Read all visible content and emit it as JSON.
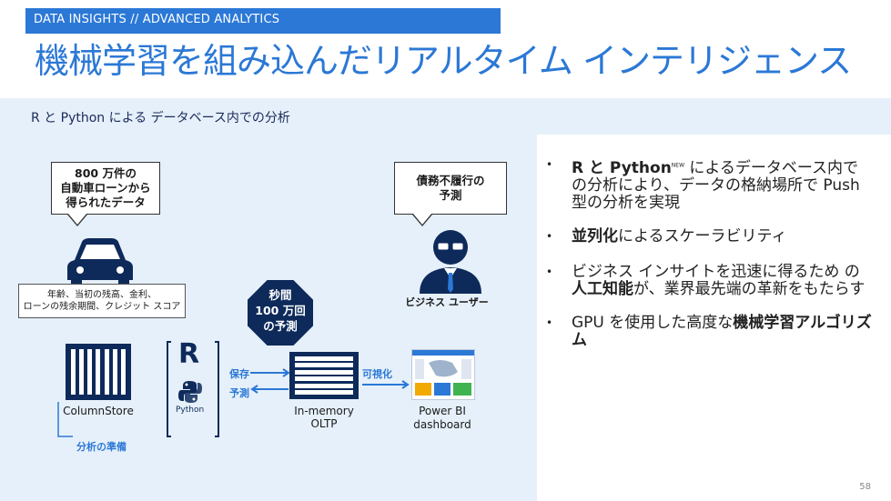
{
  "header": {
    "tag": "DATA INSIGHTS // ADVANCED ANALYTICS",
    "title": "機械学習を組み込んだリアルタイム インテリジェンス"
  },
  "subtitle": "R と Python による データベース内での分析",
  "diagram": {
    "bubble_left": [
      "800 万件の",
      "自動車ローンから",
      "得られたデータ"
    ],
    "bubble_right": [
      "債務不履行の",
      "予測"
    ],
    "attributes": [
      "年齢、当初の残高、金利、",
      "ローンの残余期間、クレジット スコア"
    ],
    "octagon": [
      "秒間",
      "100 万回",
      "の予測"
    ],
    "business_user": "ビジネス ユーザー",
    "r_letter": "R",
    "python_label": "Python",
    "save_label": "保存",
    "predict_label": "予測",
    "visualize_label": "可視化",
    "columnstore_label": "ColumnStore",
    "oltp_label": [
      "In-memory",
      "OLTP"
    ],
    "powerbi_label": [
      "Power BI",
      "dashboard"
    ],
    "prepare_label": "分析の準備"
  },
  "bullets": [
    {
      "parts": [
        {
          "text": "R と Python",
          "bold": true
        },
        {
          "text": "NEW",
          "sup": true
        },
        {
          "text": " によるデータベース内での分析により、データの格納場所で Push 型の分析を実現"
        }
      ]
    },
    {
      "parts": [
        {
          "text": "並列化",
          "bold": true
        },
        {
          "text": "によるスケーラビリティ"
        }
      ]
    },
    {
      "parts": [
        {
          "text": "ビジネス インサイトを迅速に得るため の"
        },
        {
          "text": "人工知能",
          "bold": true
        },
        {
          "text": "が、業界最先端の革新をもたらす"
        }
      ]
    },
    {
      "parts": [
        {
          "text": "GPU を使用した高度な"
        },
        {
          "text": "機械学習アルゴリズム",
          "bold": true
        }
      ]
    }
  ],
  "page_number": "58",
  "colors": {
    "accent": "#2b78d6",
    "navy": "#0d2a5a",
    "band": "#e6f0fa"
  }
}
